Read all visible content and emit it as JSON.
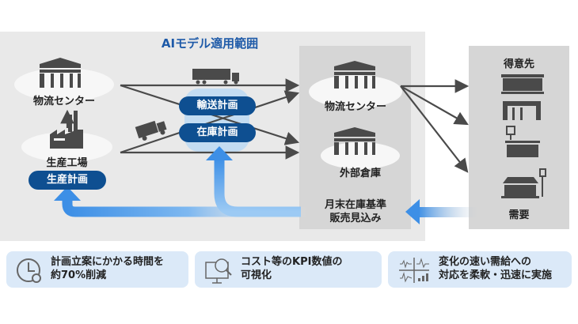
{
  "diagram": {
    "scope_title": "AIモデル適用範囲",
    "left": {
      "logistics_center": "物流センター",
      "factory": "生産工場",
      "production_plan": "生産計画"
    },
    "center": {
      "transport_plan": "輸送計画",
      "inventory_plan": "在庫計画"
    },
    "middle": {
      "logistics_center": "物流センター",
      "external_warehouse": "外部倉庫",
      "monthly_line1": "月末在庫基準",
      "monthly_line2": "販売見込み"
    },
    "right": {
      "customers": "得意先",
      "demand": "需要"
    }
  },
  "benefits": [
    {
      "icon": "clock-icon",
      "line1": "計画立案にかかる時間を",
      "line2": "約70%削減"
    },
    {
      "icon": "monitor-analytics-icon",
      "line1": "コスト等のKPI数値の",
      "line2": "可視化"
    },
    {
      "icon": "waveform-chart-icon",
      "line1": "変化の速い需給への",
      "line2": "対応を柔軟・迅速に実施"
    }
  ],
  "colors": {
    "accent": "#0e4f91",
    "title": "#1e5aa8",
    "arrow": "#3d8fe6",
    "card": "#dbe9f8",
    "icon": "#4a4a4a"
  }
}
